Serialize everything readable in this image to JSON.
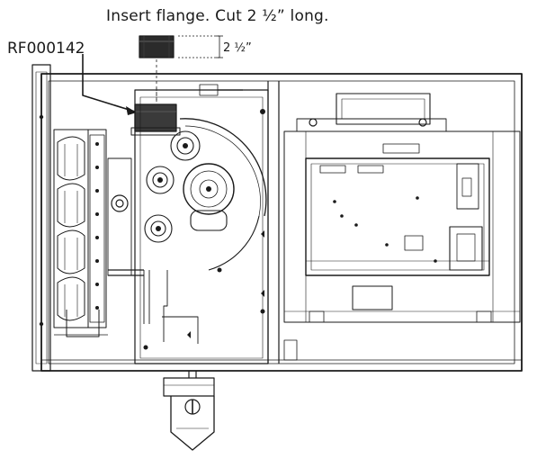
{
  "diagram": {
    "instruction": "Insert flange. Cut 2 ½” long.",
    "part_number": "RF000142",
    "dimension_label": "2 ½”"
  },
  "colors": {
    "line": "#1a1a1a",
    "flange_fill": "#2b2b2b",
    "background": "#ffffff"
  }
}
